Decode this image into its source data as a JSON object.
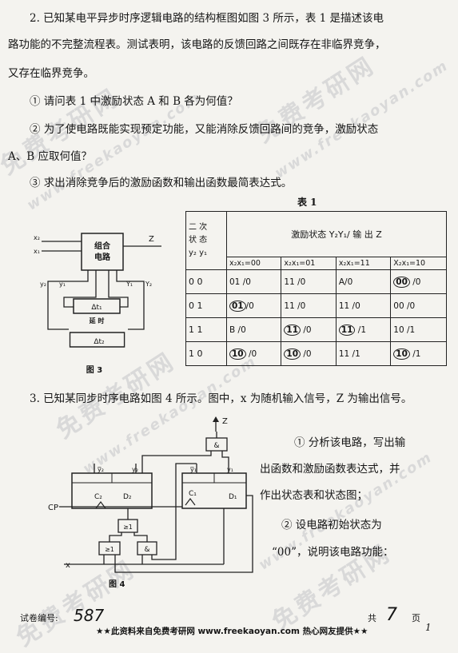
{
  "q2": {
    "line1": "2. 已知某电平异步时序逻辑电路的结构框图如图 3 所示，表 1 是描述该电",
    "line2": "路功能的不完整流程表。测试表明，该电路的反馈回路之间既存在非临界竞争，",
    "line3": "又存在临界竞争。",
    "sub1": "① 请问表 1 中激励状态 A 和 B 各为何值？",
    "sub2a": "② 为了使电路既能实现预定功能，又能消除反馈回路间的竞争，激励状态",
    "sub2b": "A、B 应取何值？",
    "sub3": "③ 求出消除竞争后的激励函数和输出函数最简表达式。"
  },
  "fig3": {
    "input1": "x₂",
    "input2": "x₁",
    "block": [
      "组合",
      "电路"
    ],
    "output": "Z",
    "y2": "y₂",
    "y1": "y₁",
    "Y1": "Y₁",
    "Y2": "Y₂",
    "delay1": "Δt₁",
    "delay2": "Δt₂",
    "delay_label": "延 时",
    "caption": "图 3"
  },
  "table1": {
    "title": "表  1",
    "head_state": [
      "二  次",
      "状  态",
      "y₂  y₁"
    ],
    "head_main": "激励状态 Y₂Y₁/ 输 出 Z",
    "cols": [
      "x₂x₁=00",
      "x₂x₁=01",
      "x₂x₁=11",
      "X₂x₁=10"
    ],
    "rows": [
      {
        "state": "0  0",
        "cells": [
          {
            "v": "01 /0",
            "stable": false
          },
          {
            "v": "11 /0",
            "stable": false
          },
          {
            "v": "A/0",
            "stable": false
          },
          {
            "v": "00",
            "o": " /0",
            "stable": true
          }
        ]
      },
      {
        "state": "0  1",
        "cells": [
          {
            "v": "01",
            "o": "/0",
            "stable": true
          },
          {
            "v": "11 /0",
            "stable": false
          },
          {
            "v": "11 /0",
            "stable": false
          },
          {
            "v": "00 /0",
            "stable": false
          }
        ]
      },
      {
        "state": "1  1",
        "cells": [
          {
            "v": "B /0",
            "stable": false
          },
          {
            "v": "11",
            "o": " /0",
            "stable": true
          },
          {
            "v": "11",
            "o": " /1",
            "stable": true
          },
          {
            "v": "10 /1",
            "stable": false
          }
        ]
      },
      {
        "state": "1  0",
        "cells": [
          {
            "v": "10",
            "o": " /0",
            "stable": true
          },
          {
            "v": "10",
            "o": " /0",
            "stable": true
          },
          {
            "v": "11 /1",
            "stable": false
          },
          {
            "v": "10",
            "o": " /1",
            "stable": true
          }
        ]
      }
    ]
  },
  "q3": {
    "line1": "3. 已知某同步时序电路如图 4 所示。图中，x 为随机输入信号，Z 为输出信号。",
    "side1a": "① 分析该电路，写出输",
    "side1b": "出函数和激励函数表达式，并",
    "side1c": "作出状态表和状态图；",
    "side2a": "② 设电路初始状态为",
    "side2b": "“00”，说明该电路功能："
  },
  "fig4": {
    "z": "Z",
    "and_top": "&",
    "q2bar": "y̅₂",
    "q2": "y₂",
    "q1bar": "y̅₁",
    "q1": "y₁",
    "c2": "C₂",
    "d2": "D₂",
    "c1": "C₁",
    "d1": "D₁",
    "cp": "CP",
    "or_gate": "≥1",
    "or_gate2": "≥1",
    "and_gate": "&",
    "x": "x",
    "caption": "图 4"
  },
  "footer": {
    "code_label": "试卷编号:",
    "code_value": "587",
    "total_label": "共",
    "total_value": "7",
    "page_label": "页",
    "page_value": "1",
    "banner": "★★此资料来自免费考研网 www.freekaoyan.com 热心网友提供★★"
  },
  "watermark": {
    "cn": "免费考研网",
    "en": "www.freekaoyan.com"
  }
}
